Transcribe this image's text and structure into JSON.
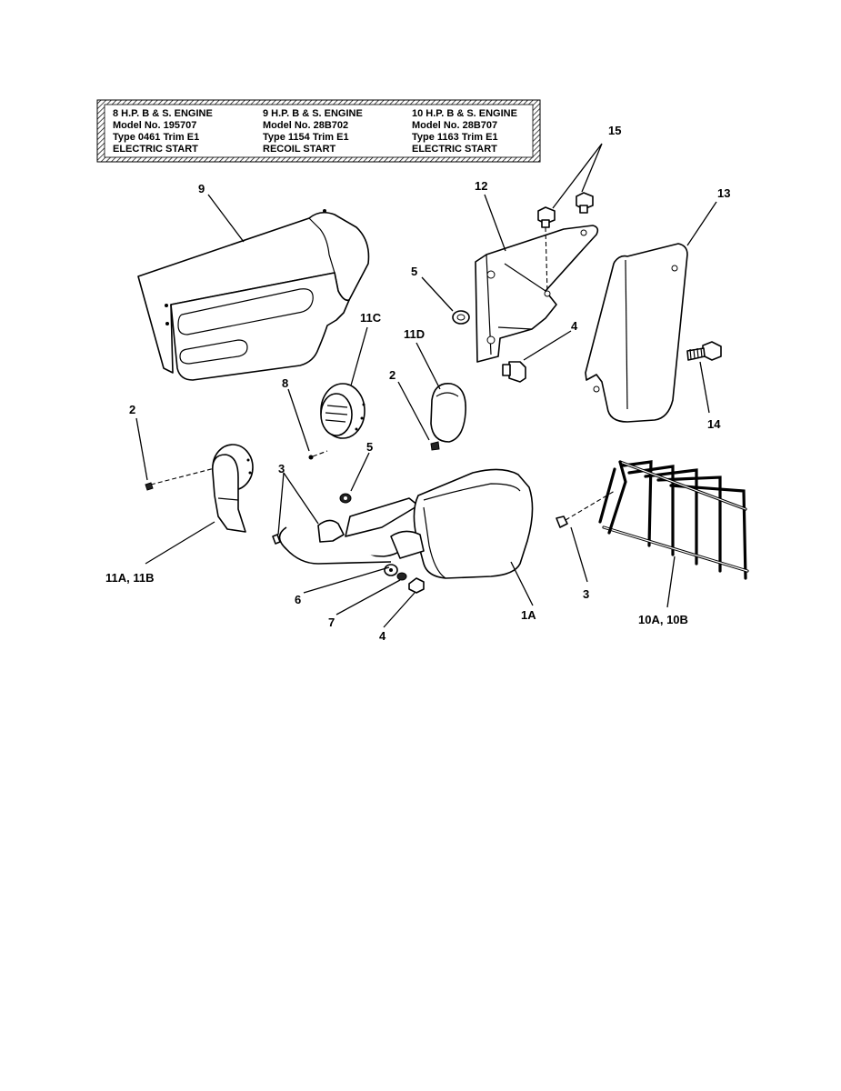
{
  "engine_table": [
    {
      "hp": "8 H.P. B & S. ENGINE",
      "model": "Model No. 195707",
      "type": "Type 0461 Trim E1",
      "start": "ELECTRIC START"
    },
    {
      "hp": "9 H.P. B & S. ENGINE",
      "model": "Model No. 28B702",
      "type": "Type 1154 Trim E1",
      "start": "RECOIL START"
    },
    {
      "hp": "10 H.P. B & S. ENGINE",
      "model": "Model No. 28B707",
      "type": "Type 1163 Trim E1",
      "start": "ELECTRIC START"
    }
  ],
  "callouts": {
    "c15": "15",
    "c12": "12",
    "c13": "13",
    "c9": "9",
    "c5_top": "5",
    "c4_right": "4",
    "c11c": "11C",
    "c11d": "11D",
    "c2_mid": "2",
    "c2_left": "2",
    "c8": "8",
    "c5_mid": "5",
    "c3_left": "3",
    "c3_right": "3",
    "c14": "14",
    "c11ab": "11A, 11B",
    "c6": "6",
    "c7": "7",
    "c4_bottom": "4",
    "c1a": "1A",
    "c10ab": "10A, 10B"
  }
}
